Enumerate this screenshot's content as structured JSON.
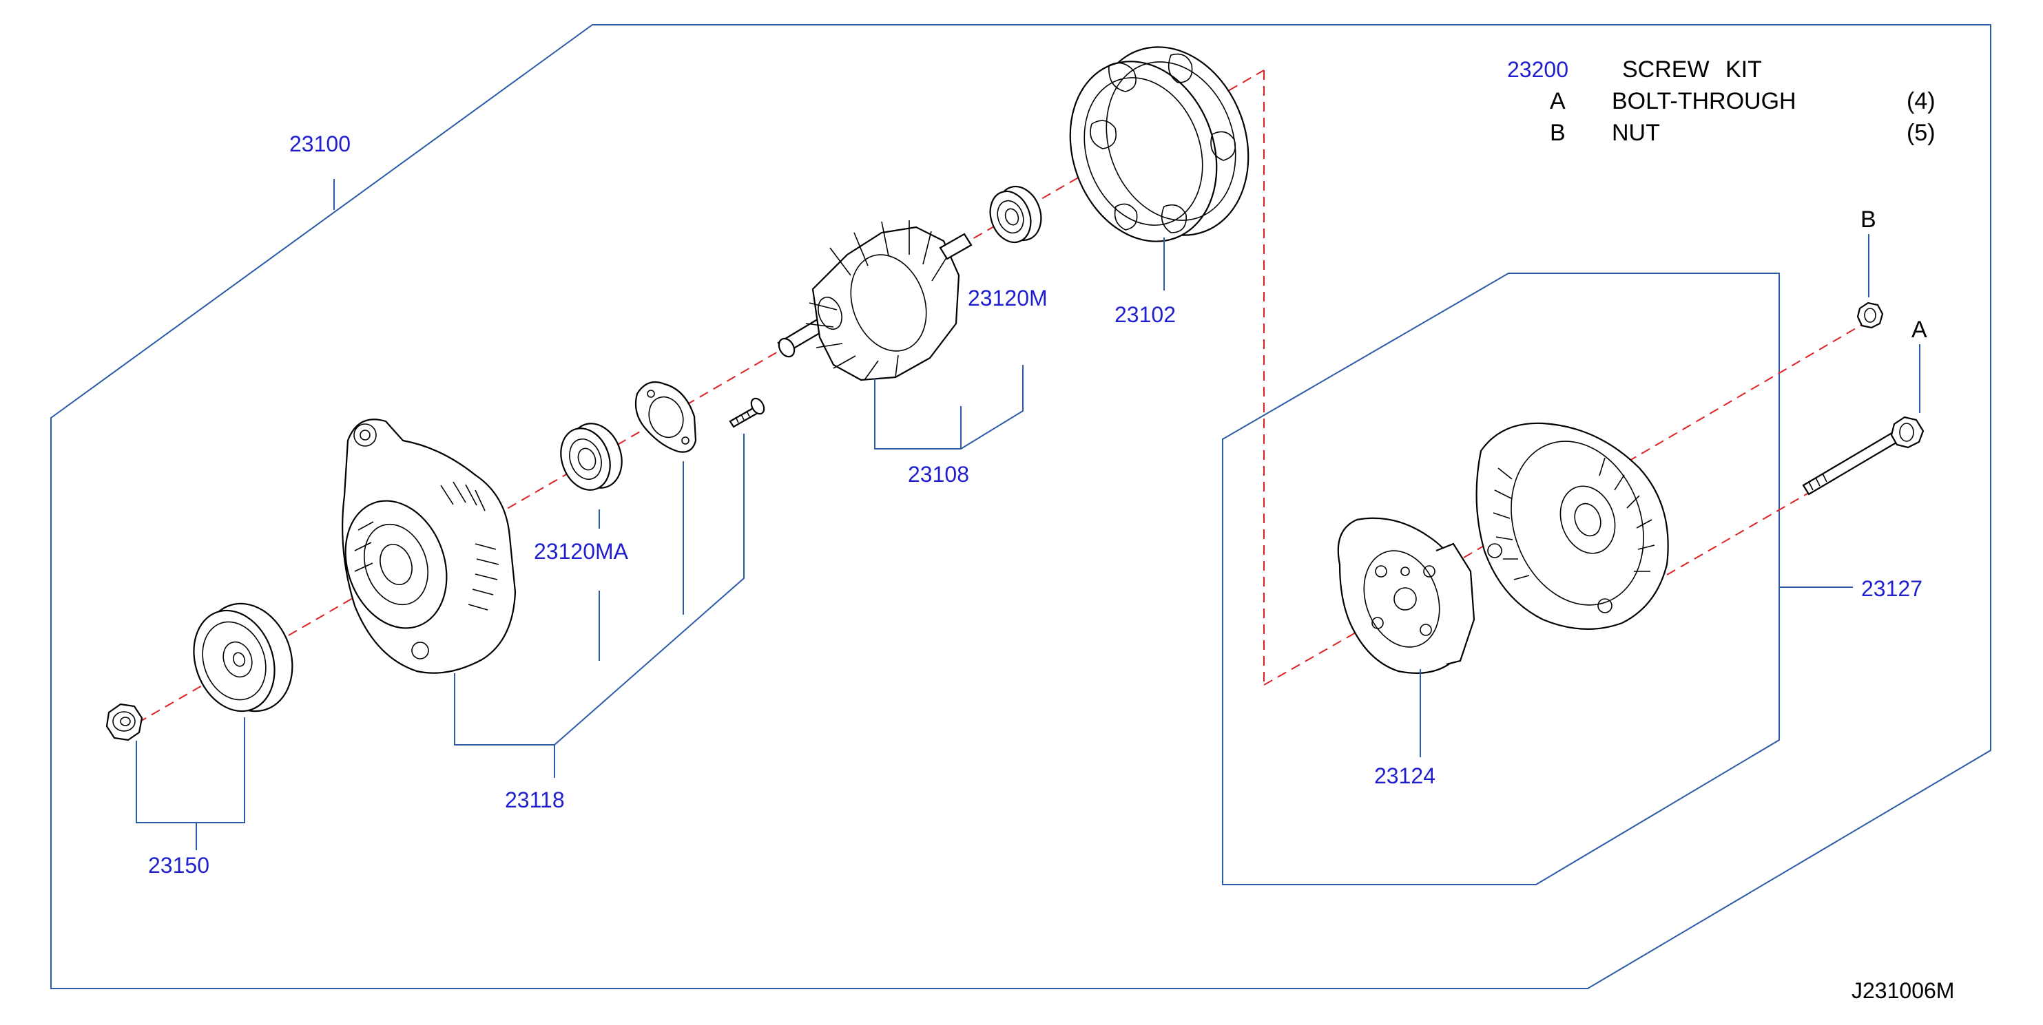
{
  "diagram": {
    "drawing_id": "J231006M",
    "callouts": {
      "assembly": "23100",
      "front_cover": "23102",
      "rotor": "23108",
      "bearing_rear": "23120M",
      "bearing_front": "23120MA",
      "front_bracket_kit": "23118",
      "pulley_kit": "23150",
      "rear_cover_assembly": "23124",
      "rear_bracket": "23127"
    },
    "screw_kit": {
      "number": "23200",
      "title": "SCREW KIT",
      "items": [
        {
          "key": "A",
          "name": "BOLT-THROUGH",
          "qty": "(4)"
        },
        {
          "key": "B",
          "name": "NUT",
          "qty": "(5)"
        }
      ]
    },
    "fastener_labels": {
      "a": "A",
      "b": "B"
    },
    "colors": {
      "callout_text": "#1f1fcf",
      "frame_lines": "#2a5aa8",
      "center_axis": "#e02020",
      "part_outline": "#000000"
    }
  }
}
